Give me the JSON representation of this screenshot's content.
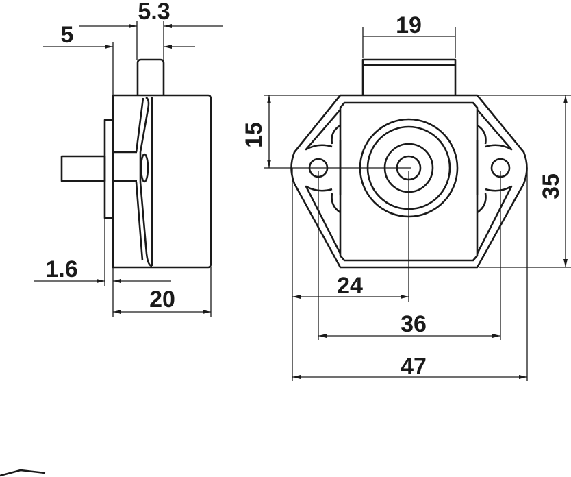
{
  "drawing": {
    "side_view": {
      "dimensions": {
        "button_width": "5.3",
        "button_offset": "5",
        "flange_thickness": "1.6",
        "body_depth": "20"
      }
    },
    "front_view": {
      "dimensions": {
        "button_width": "19",
        "center_height": "15",
        "height": "35",
        "half_width": "24",
        "hole_spacing": "36",
        "overall_width": "47"
      }
    },
    "colors": {
      "line": "#1a1a1a",
      "background": "#ffffff"
    }
  }
}
